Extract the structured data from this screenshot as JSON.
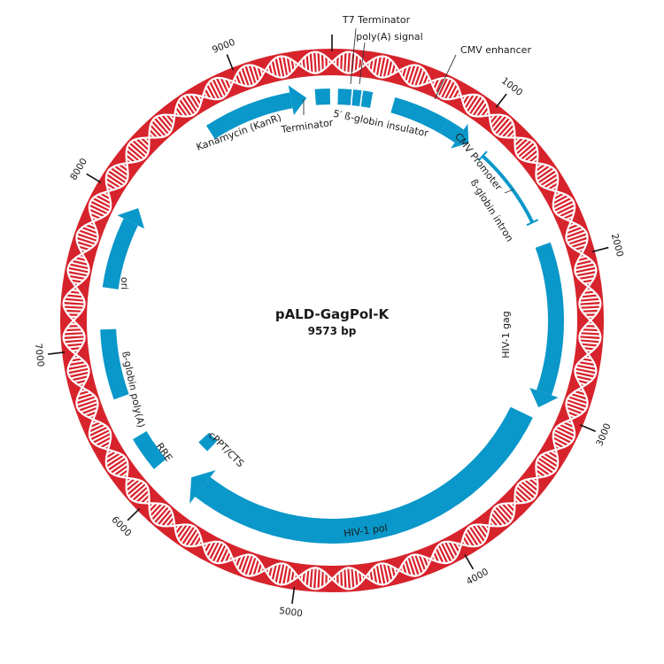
{
  "plasmid": {
    "name": "pALD-GagPol-K",
    "length_label": "9573 bp",
    "length_bp": 9573
  },
  "colors": {
    "backbone": "#d7232c",
    "feature": "#0a97c9",
    "helix": "#ffffff",
    "text": "#1a1a1a"
  },
  "ticks": [
    {
      "bp": 1000,
      "label": "1000"
    },
    {
      "bp": 2000,
      "label": "2000"
    },
    {
      "bp": 3000,
      "label": "3000"
    },
    {
      "bp": 4000,
      "label": "4000"
    },
    {
      "bp": 5000,
      "label": "5000"
    },
    {
      "bp": 6000,
      "label": "6000"
    },
    {
      "bp": 7000,
      "label": "7000"
    },
    {
      "bp": 8000,
      "label": "8000"
    },
    {
      "bp": 9000,
      "label": "9000"
    },
    {
      "bp": 0,
      "label": ""
    }
  ],
  "features": [
    {
      "name": "Kanamycin (KanR)",
      "start": 8700,
      "end": 9400,
      "direction": 1,
      "type": "arrow"
    },
    {
      "name": "Terminator",
      "start": 9460,
      "end": 9560,
      "direction": 0,
      "type": "box"
    },
    {
      "name": "5′ β-globin insulator",
      "start": 40,
      "end": 130,
      "direction": 0,
      "type": "box"
    },
    {
      "name": "T7 Terminator",
      "start": 140,
      "end": 195,
      "direction": 0,
      "type": "box"
    },
    {
      "name": "poly(A) signal",
      "start": 205,
      "end": 270,
      "direction": 0,
      "type": "box"
    },
    {
      "name": "CMV enhancer",
      "start": 420,
      "end": 800,
      "direction": 0,
      "type": "box"
    },
    {
      "name": "CMV Promoter",
      "start": 800,
      "end": 1000,
      "direction": 1,
      "type": "arrow"
    },
    {
      "name": "β-globin intron",
      "start": 1130,
      "end": 1700,
      "direction": 0,
      "type": "bar"
    },
    {
      "name": "HIV-1 gag",
      "start": 1870,
      "end": 3000,
      "direction": 1,
      "type": "arrow"
    },
    {
      "name": "HIV-1 pol",
      "start": 3080,
      "end": 5900,
      "direction": 1,
      "type": "arrow-rev-label"
    },
    {
      "name": "RRE",
      "start": 6120,
      "end": 6360,
      "direction": 0,
      "type": "box"
    },
    {
      "name": "cPPT/CTS",
      "start": 5970,
      "end": 6030,
      "direction": 0,
      "type": "box-inner"
    },
    {
      "name": "β-globin poly(A)",
      "start": 6650,
      "end": 7120,
      "direction": 0,
      "type": "box"
    },
    {
      "name": "ori",
      "start": 7400,
      "end": 7980,
      "direction": 1,
      "type": "arrow"
    }
  ],
  "labels": [
    {
      "text": "Kanamycin (KanR)",
      "feature": "Kanamycin (KanR)"
    },
    {
      "text": "Terminator",
      "feature": "Terminator"
    },
    {
      "text": "5′ ß-globin insulator",
      "feature": "5′ β-globin insulator"
    },
    {
      "text": "T7 Terminator",
      "feature": "T7 Terminator"
    },
    {
      "text": "poly(A) signal",
      "feature": "poly(A) signal"
    },
    {
      "text": "CMV enhancer",
      "feature": "CMV enhancer"
    },
    {
      "text": "CMV Promoter",
      "feature": "CMV Promoter"
    },
    {
      "text": "ß-globin intron",
      "feature": "β-globin intron"
    },
    {
      "text": "HIV-1 gag",
      "feature": "HIV-1 gag"
    },
    {
      "text": "HIV-1 pol",
      "feature": "HIV-1 pol"
    },
    {
      "text": "RRE",
      "feature": "RRE"
    },
    {
      "text": "cPPT/CTS",
      "feature": "cPPT/CTS"
    },
    {
      "text": "ß-globin poly(A)",
      "feature": "β-globin poly(A)"
    },
    {
      "text": "ori",
      "feature": "ori"
    }
  ]
}
